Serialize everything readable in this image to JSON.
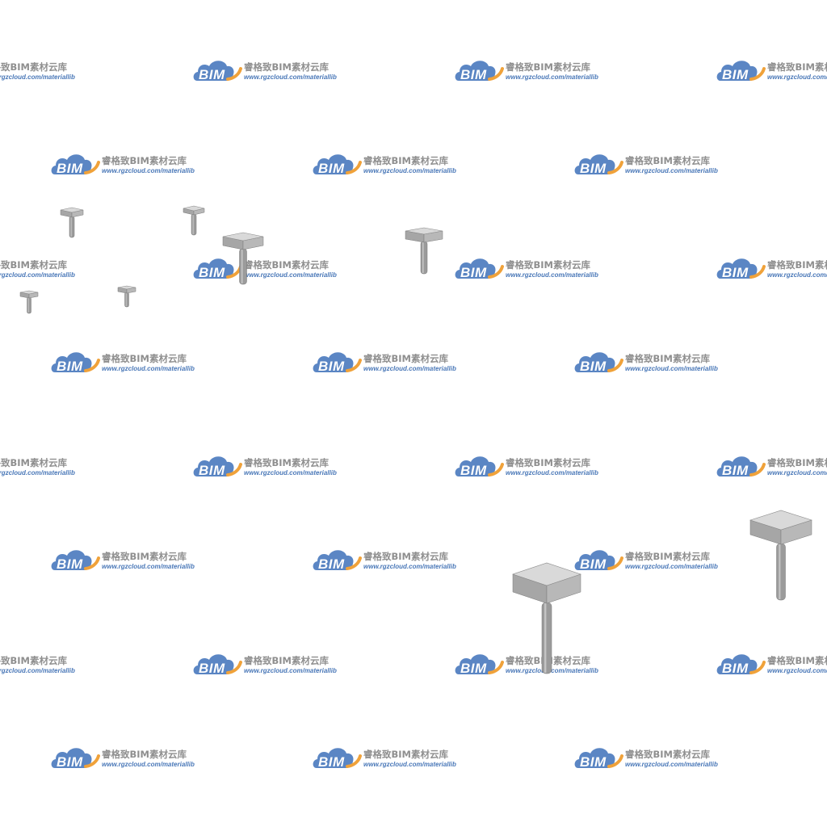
{
  "watermark": {
    "brand": "BIM",
    "cn_text": "睿格致BIM素材云库",
    "url_text": "www.rgzcloud.com/materiallib",
    "cloud_color": "#5b86c4",
    "arc_color": "#f0a23a",
    "text_color": "#8f8f8f",
    "url_color": "#4a78b8"
  },
  "model": {
    "object": "T-shaped concrete pier",
    "count": 8,
    "cap_top_color": "#d9d9d9",
    "cap_side_color": "#a6a6a6",
    "column_color": "#9b9b9b"
  }
}
